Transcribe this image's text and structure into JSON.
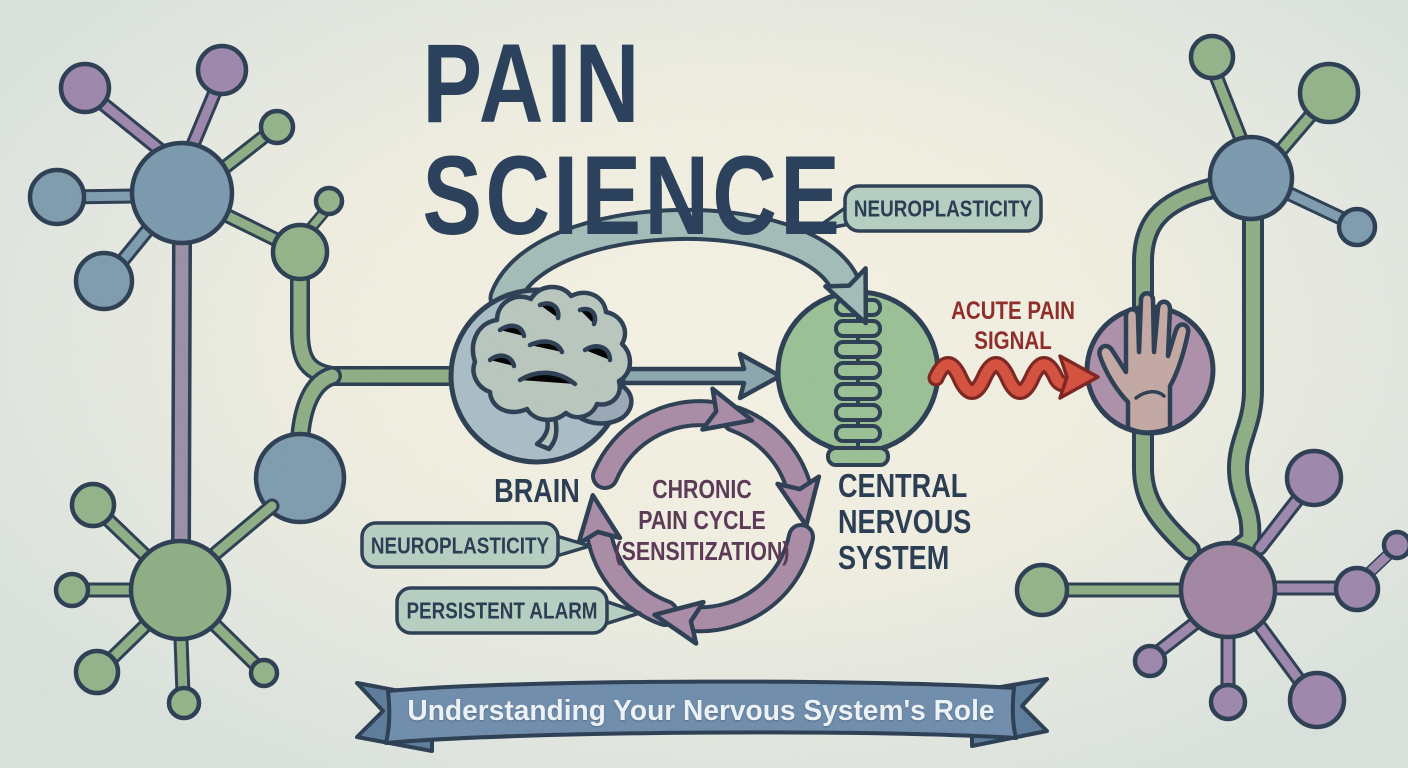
{
  "title": "PAIN SCIENCE",
  "diagram": {
    "brain_label": "BRAIN",
    "cns_label": "CENTRAL\nNERVOUS\nSYSTEM",
    "chronic_cycle_label": "CHRONIC\nPAIN CYCLE\n(SENSITIZATION)",
    "acute_pain_label": "ACUTE PAIN\nSIGNAL",
    "neuroplasticity_top_label": "NEUROPLASTICITY",
    "neuroplasticity_left_label": "NEUROPLASTICITY",
    "persistent_alarm_label": "PERSISTENT ALARM"
  },
  "banner": {
    "text": "Understanding Your Nervous System's Role"
  },
  "icons": [
    {
      "name": "brain-icon",
      "meaning": "brain"
    },
    {
      "name": "spine-icon",
      "meaning": "central nervous system / spine"
    },
    {
      "name": "hand-icon",
      "meaning": "body / pain site"
    },
    {
      "name": "neuron-icon",
      "meaning": "decorative neurons"
    }
  ],
  "colors": {
    "ink": "#2c3e53",
    "paper": "#f3f0e3",
    "blue_soma": "#7b99ae",
    "blue_node": "#7e9cae",
    "green": "#8fae85",
    "green_node": "#93b389",
    "purple_node": "#9d87ab",
    "purple_soma": "#a286a2",
    "brain_fill": "#aabdc6",
    "brain_doodle": "#b8c6bd",
    "brain_cbl": "#9aa8b6",
    "cns_fill": "#9ac095",
    "hand_fill": "#ad90aa",
    "hand_skin": "#c3a8a3",
    "arch": "#a3bcb7",
    "arrow_blue": "#8ba6ad",
    "red": "#d5503d",
    "red_dark": "#7c2420",
    "cycle": "#a98ba6",
    "cycle_text": "#5c3a58",
    "acute_text": "#8f2f2b",
    "bubble": "#b6cfc1",
    "ribbon": "#6f8dac",
    "ribbon_dark": "#5d7c9b",
    "stem": "#9a8fa5"
  }
}
